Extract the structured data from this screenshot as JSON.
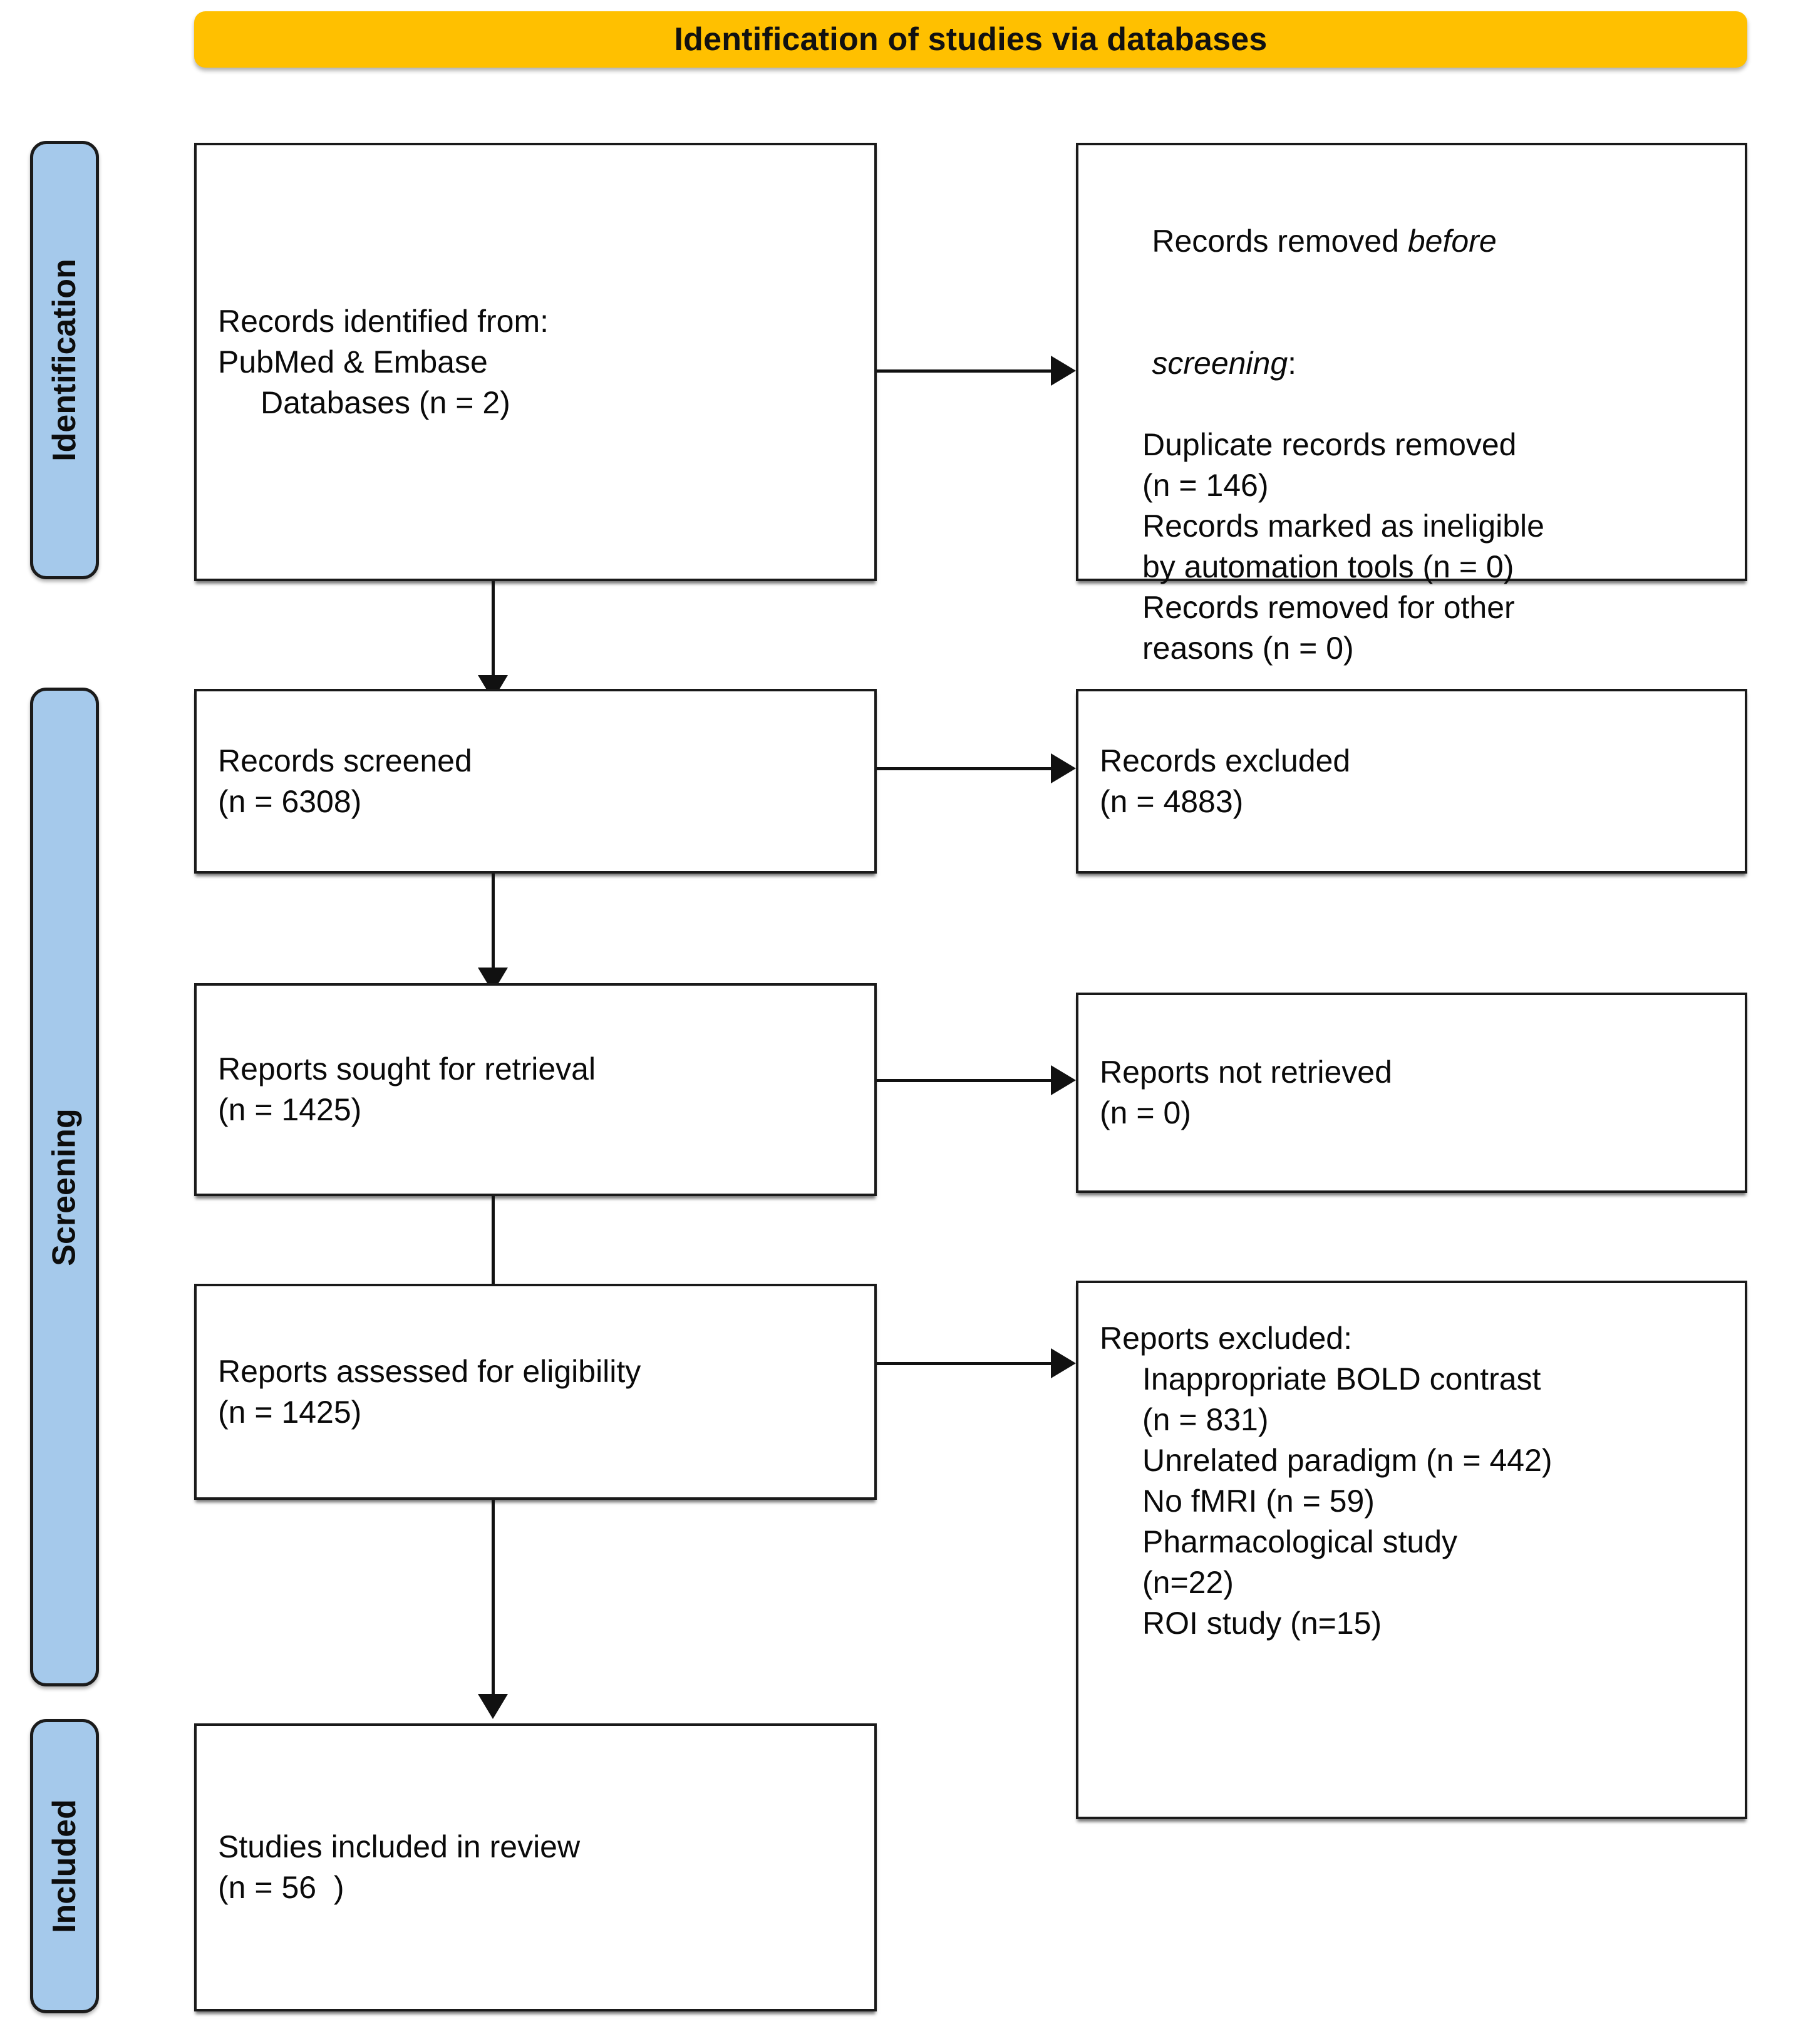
{
  "diagram": {
    "title": "Identification of studies via databases",
    "colors": {
      "banner": "#FFC000",
      "stage_label": "#A5C9EB",
      "box_border": "#1A1A1A",
      "connector": "#111111"
    }
  },
  "stages": {
    "identification": "Identification",
    "screening": "Screening",
    "included": "Included"
  },
  "boxes": {
    "records_identified": {
      "line1": "Records identified from:",
      "line2": "PubMed & Embase",
      "line3": "Databases (n = 2)"
    },
    "records_removed": {
      "line1": "Records removed ",
      "line1_italic": "before",
      "line2_italic": "screening",
      "line2_tail": ":",
      "line3": "Duplicate records removed",
      "line4": "(n = 146)",
      "line5": "Records marked as ineligible",
      "line6": "by automation tools (n = 0)",
      "line7": "Records removed for other",
      "line8": "reasons (n = 0)"
    },
    "records_screened": {
      "line1": "Records screened",
      "line2": "(n = 6308)"
    },
    "records_excluded": {
      "line1": "Records excluded",
      "line2": "(n = 4883)"
    },
    "reports_sought": {
      "line1": "Reports sought for retrieval",
      "line2": "(n = 1425)"
    },
    "reports_not_retrieved": {
      "line1": "Reports not retrieved",
      "line2": "(n = 0)"
    },
    "reports_assessed": {
      "line1": "Reports assessed for eligibility",
      "line2": "(n = 1425)"
    },
    "reports_excluded": {
      "line1": "Reports excluded:",
      "line2": "Inappropriate BOLD contrast",
      "line3": "(n = 831)",
      "line4": "Unrelated paradigm (n = 442)",
      "line5": "No fMRI (n = 59)",
      "line6": "Pharmacological study",
      "line7": "(n=22)",
      "line8": "ROI study (n=15)"
    },
    "studies_included": {
      "line1": "Studies included in review",
      "line2": "(n = 56  )"
    }
  },
  "counts": {
    "databases_identified": 2,
    "duplicates_removed": 146,
    "ineligible_by_automation": 0,
    "removed_other_reasons": 0,
    "records_screened": 6308,
    "records_excluded": 4883,
    "reports_sought": 1425,
    "reports_not_retrieved": 0,
    "reports_assessed": 1425,
    "excluded_bold_contrast": 831,
    "excluded_unrelated_paradigm": 442,
    "excluded_no_fmri": 59,
    "excluded_pharmacological": 22,
    "excluded_roi_study": 15,
    "studies_included": 56
  }
}
